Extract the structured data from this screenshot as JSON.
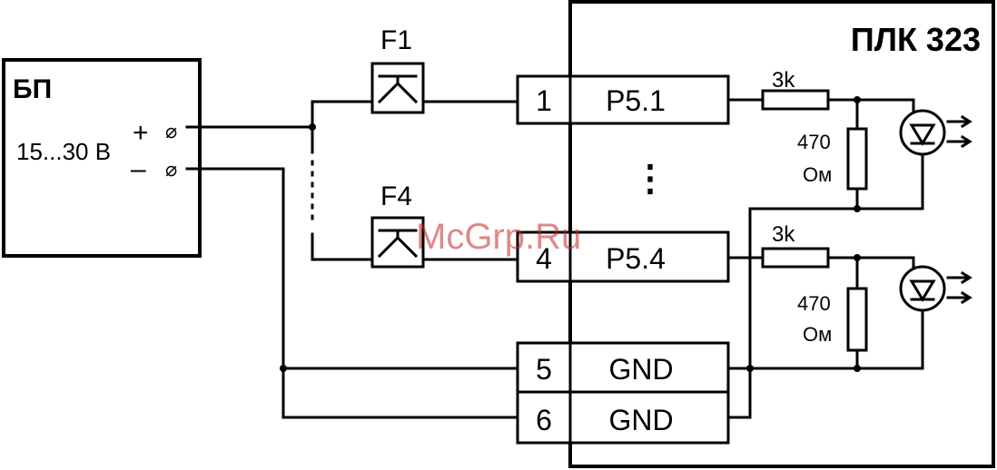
{
  "plc": {
    "title": "ПЛК 323"
  },
  "psu": {
    "title": "БП",
    "voltage": "15...30 В",
    "plus_sign": "+",
    "minus_sign": "–",
    "terminal_symbol": "⌀"
  },
  "fuses": [
    {
      "label": "F1"
    },
    {
      "label": "F4"
    }
  ],
  "terminals": [
    {
      "number": "1",
      "name": "P5.1"
    },
    {
      "number": "4",
      "name": "P5.4"
    },
    {
      "number": "5",
      "name": "GND"
    },
    {
      "number": "6",
      "name": "GND"
    }
  ],
  "ellipsis": "⋮",
  "channels": [
    {
      "resistor_series": "3k",
      "resistor_shunt_value": "470",
      "resistor_shunt_unit": "Ом"
    },
    {
      "resistor_series": "3k",
      "resistor_shunt_value": "470",
      "resistor_shunt_unit": "Ом"
    }
  ],
  "watermark": "McGrp.Ru",
  "icons": [
    "fuse-icon",
    "resistor-icon",
    "led-icon",
    "terminal-circle-icon"
  ]
}
